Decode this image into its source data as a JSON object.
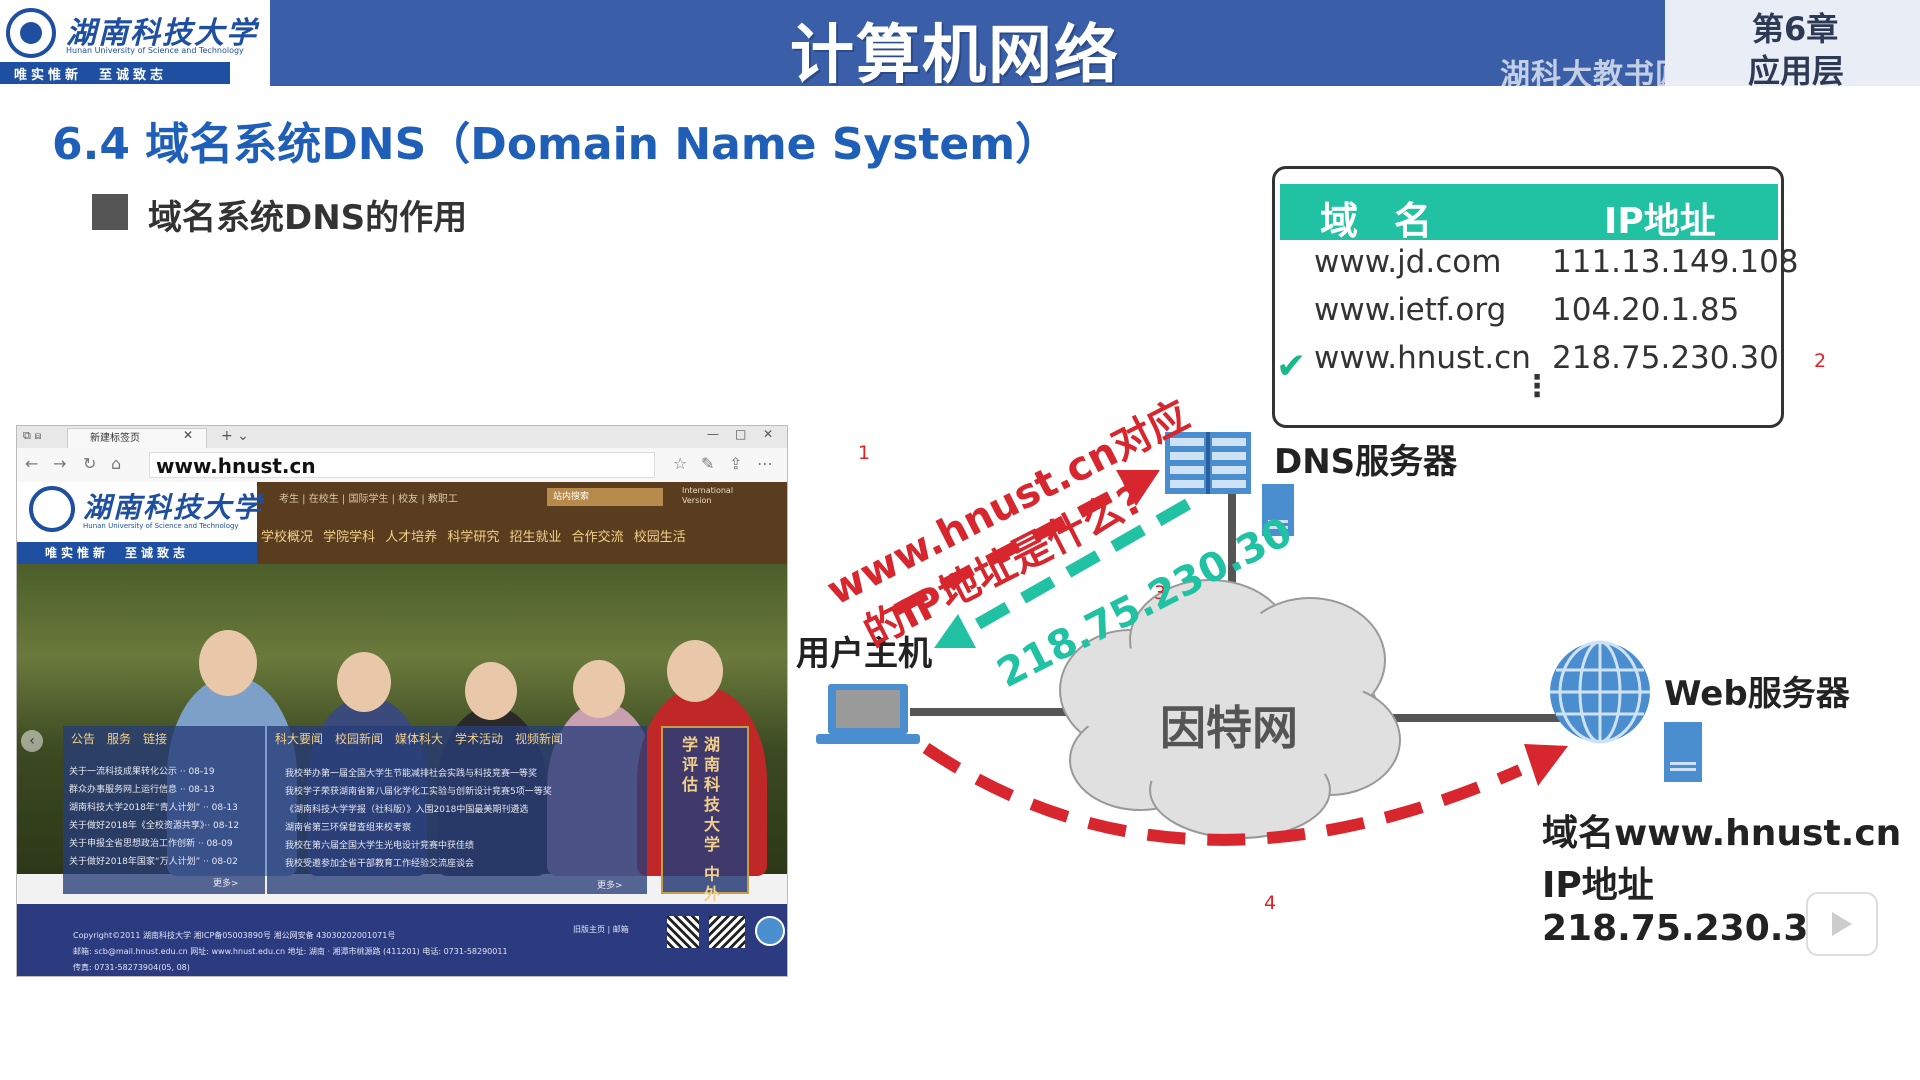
{
  "header": {
    "school_name": "湖南科技大学",
    "school_name_en": "Hunan University of Science and Technology",
    "motto": "唯实惟新　至诚致志",
    "course_title": "计算机网络",
    "chapter_num": "第6章",
    "chapter_name": "应用层",
    "watermark": "湖科大教书匠"
  },
  "slide": {
    "section_title": "6.4 域名系统DNS（Domain Name System）",
    "bullet": "域名系统DNS的作用"
  },
  "dns_table": {
    "col_domain": "域名",
    "col_ip": "IP地址",
    "rows": [
      {
        "domain": "www.jd.com",
        "ip": "111.13.149.108"
      },
      {
        "domain": "www.ietf.org",
        "ip": "104.20.1.85"
      },
      {
        "domain": "www.hnust.cn",
        "ip": "218.75.230.30"
      }
    ],
    "ellipsis": "⋮",
    "check": "✔"
  },
  "diagram": {
    "dns_server": "DNS服务器",
    "web_server": "Web服务器",
    "user_host": "用户主机",
    "internet": "因特网",
    "query_line1": "www.hnust.cn对应",
    "query_line2": "的IP地址是什么?",
    "reply": "218.75.230.30",
    "web_domain": "域名www.hnust.cn",
    "web_ip": "IP地址218.75.230.30",
    "step1": "1",
    "step2": "2",
    "step3": "3",
    "step4": "4",
    "query_color": "#d8262f",
    "reply_color": "#21c1a4",
    "server_color": "#4a8ed0"
  },
  "browser": {
    "tab_title": "新建标签页",
    "tab_close": "✕",
    "new_tab": "+ ⌄",
    "url": "www.hnust.cn",
    "nav_back": "←",
    "nav_forward": "→",
    "nav_refresh": "↻",
    "nav_home": "⌂",
    "win_min": "—",
    "win_max": "□",
    "win_close": "✕",
    "toolbar_icons": [
      "☆",
      "✎",
      "⇪",
      "⋯"
    ],
    "site_name": "湖南科技大学",
    "site_name_en": "Hunan University of Science and Technology",
    "site_motto": "唯实惟新　至诚致志",
    "top_links": "考生 | 在校生 | 国际学生 | 校友 | 教职工",
    "search_placeholder": "站内搜索",
    "intl": "International Version",
    "nav_items": "学校概况 学院学科 人才培养 科学研究 招生就业 合作交流 校园生活",
    "left_tabs": "公告　服务　链接",
    "mid_tabs": "科大要闻　校园新闻　媒体科大　学术活动　视频新闻",
    "left_news": [
      "关于一流科技成果转化公示 ·· 08-19",
      "群众办事服务网上运行信息 ·· 08-13",
      "湖南科技大学2018年“青人计划” ·· 08-13",
      "关于做好2018年《全校资源共享》·· 08-12",
      "关于申报全省思想政治工作创新 ·· 08-09",
      "关于做好2018年国家“万人计划” ·· 08-02"
    ],
    "mid_news": [
      "我校举办第一届全国大学生节能减排社会实践与科技竞赛一等奖",
      "我校学子荣获湖南省第八届化学化工实验与创新设计竞赛5项一等奖",
      "《湖南科技大学学报（社科版）》入围2018中国最美期刊遴选",
      "湖南省第三环保督查组来校考察",
      "我校在第六届全国大学生光电设计竞赛中获佳绩",
      "我校受邀参加全省干部教育工作经验交流座谈会"
    ],
    "more": "更多>",
    "banner_vert": "湖南科技大学 中外合作办学评估",
    "footer_line1": "Copyright©2011 湖南科技大学 湘ICP备05003890号 湘公网安备 43030202001071号",
    "footer_line2": "邮箱: scb@mail.hnust.edu.cn  网址: www.hnust.edu.cn  地址: 湖南 · 湘潭市桃源路 (411201)  电话: 0731-58290011",
    "footer_line3": "传真: 0731-58273904(05, 08)",
    "footer_links": "旧版主页 | 邮箱"
  }
}
